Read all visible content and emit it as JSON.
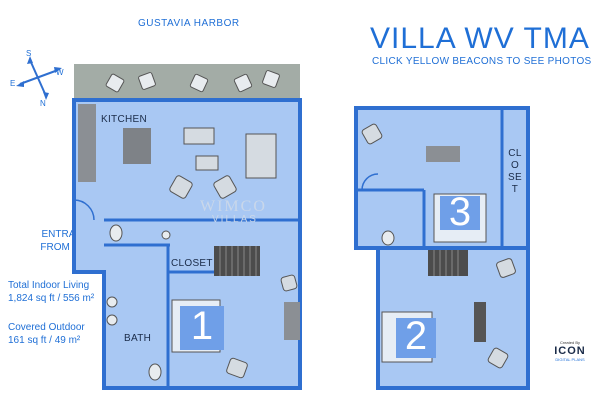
{
  "header": {
    "harbor": "GUSTAVIA HARBOR",
    "title": "VILLA WV TMA",
    "subtitle": "CLICK YELLOW BEACONS TO SEE PHOTOS"
  },
  "compass": {
    "s": "S",
    "w": "W",
    "e": "E",
    "n": "N"
  },
  "labels": {
    "entrance": "ENTRANCE FROM HALL",
    "indoor_title": "Total Indoor Living",
    "indoor_value": "1,824 sq ft / 556 m²",
    "outdoor_title": "Covered Outdoor",
    "outdoor_value": "161 sq ft / 49 m²"
  },
  "rooms": {
    "kitchen": "KITCHEN",
    "closet1": "CLOSET",
    "bath": "BATH",
    "closet2": "CLOSET"
  },
  "beacons": [
    "1",
    "2",
    "3"
  ],
  "watermark": {
    "main": "WIMCO",
    "sub": "VILLAS"
  },
  "logo": {
    "small": "Created By",
    "main": "ICON",
    "sub": "DIGITAL PLANS"
  },
  "colors": {
    "floor": "#a9c8f3",
    "wall": "#2f6fd0",
    "terrace": "#a3aca6",
    "beacon": "#6f9fe8",
    "text_blue": "#1f6fd6"
  }
}
